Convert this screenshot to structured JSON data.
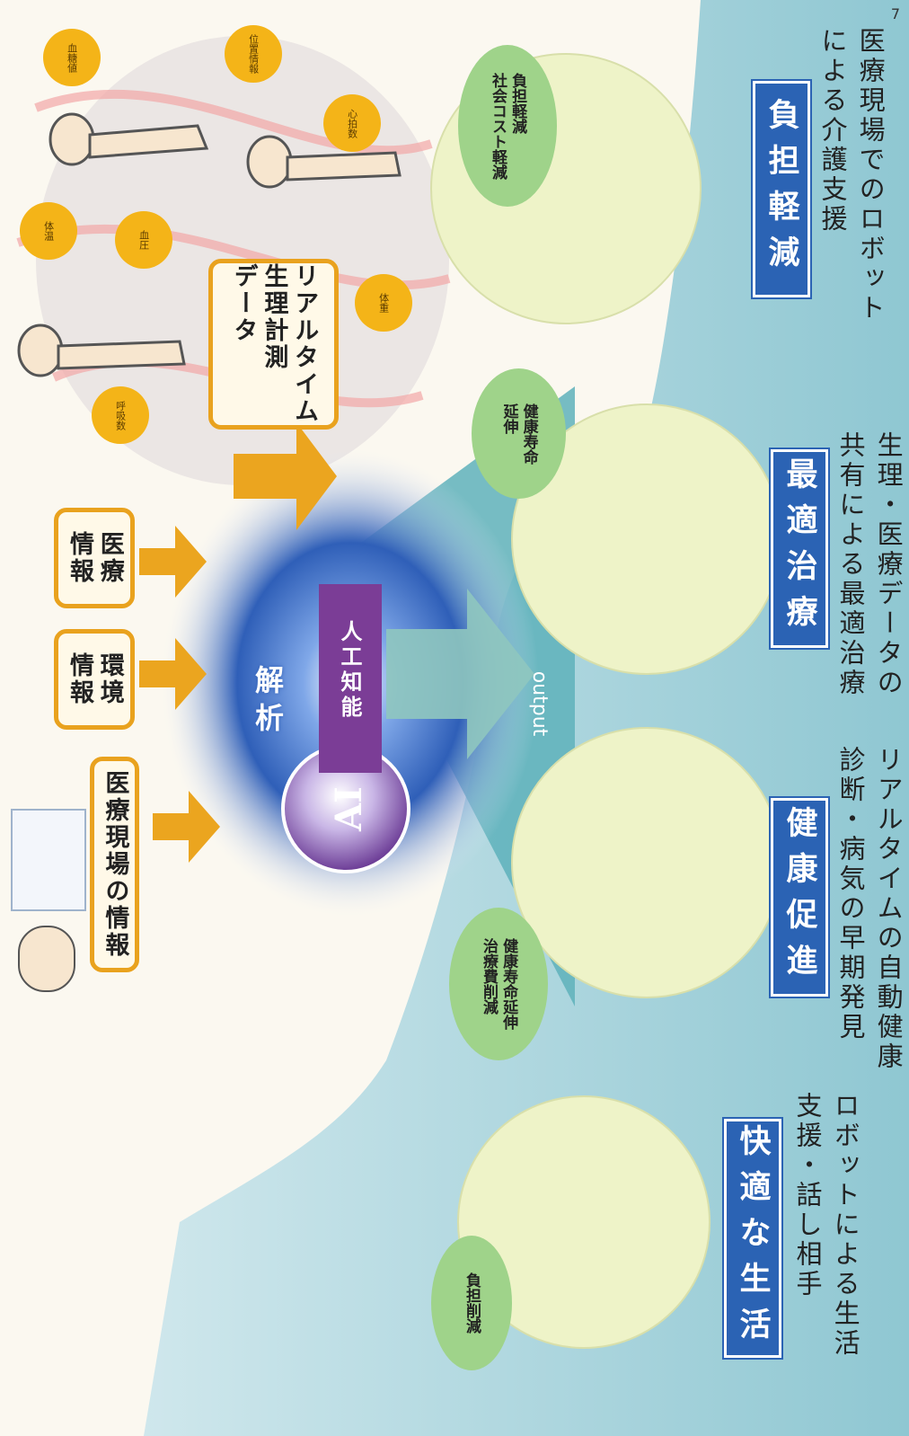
{
  "page_number": "7",
  "inputs": {
    "medical_site": "医療現場の情報",
    "environment": "環境\n情報",
    "medical": "医療\n情報",
    "realtime": "リアルタイム\n生理計測\nデータ"
  },
  "sensors": [
    "血糖値",
    "位置情報",
    "心拍数",
    "体温",
    "血圧",
    "体重",
    "呼吸数"
  ],
  "core": {
    "analysis": "解析",
    "ai": "AI",
    "ai_label": "人工知能",
    "output": "output"
  },
  "outcomes": [
    {
      "title": "快適な生活",
      "desc": "ロボットによる生活\n支援・話し相手",
      "bubble": "負担削減"
    },
    {
      "title": "健康促進",
      "desc": "リアルタイムの自動健康\n診断・病気の早期発見",
      "bubble": "健康寿命延伸\n治療費削減"
    },
    {
      "title": "最適治療",
      "desc": "生理・医療データの\n共有による最適治療",
      "bubble": "健康寿命\n延伸"
    },
    {
      "title": "負担軽減",
      "desc": "医療現場でのロボット\nによる介護支援",
      "bubble": "負担軽減\n社会コスト軽減"
    }
  ],
  "colors": {
    "accent_orange": "#e9a21e",
    "sensor_yellow": "#f4b418",
    "title_blue": "#2b63b4",
    "ai_purple": "#7b3d96",
    "teal": "#3f9fa9",
    "bubble_green": "#9fd38a"
  }
}
